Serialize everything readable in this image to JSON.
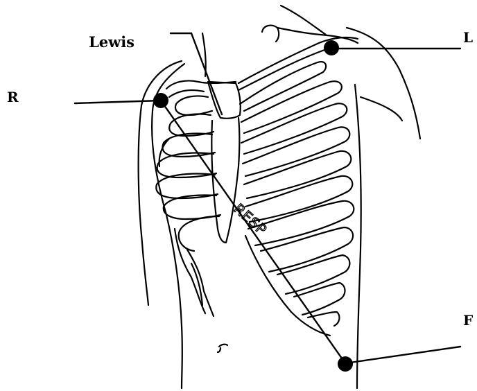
{
  "labels": {
    "lewis": "Lewis",
    "right": "R",
    "left": "L",
    "foot": "F",
    "respiration": "RESP"
  },
  "colors": {
    "ink": "#000000",
    "background": "#ffffff"
  }
}
